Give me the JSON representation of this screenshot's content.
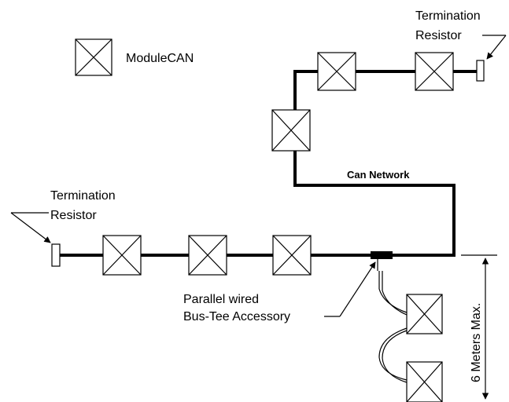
{
  "legend": {
    "module_label": "ModuleCAN"
  },
  "labels": {
    "termination_resistor_top_line1": "Termination",
    "termination_resistor_top_line2": "Resistor",
    "termination_resistor_left_line1": "Termination",
    "termination_resistor_left_line2": "Resistor",
    "can_network": "Can Network",
    "bus_tee_line1": "Parallel wired",
    "bus_tee_line2": "Bus-Tee Accessory",
    "max_distance": "6 Meters Max."
  },
  "icons": {
    "module": "crossed-box-icon",
    "resistor": "resistor-icon",
    "bus_tee": "bus-tee-icon"
  }
}
